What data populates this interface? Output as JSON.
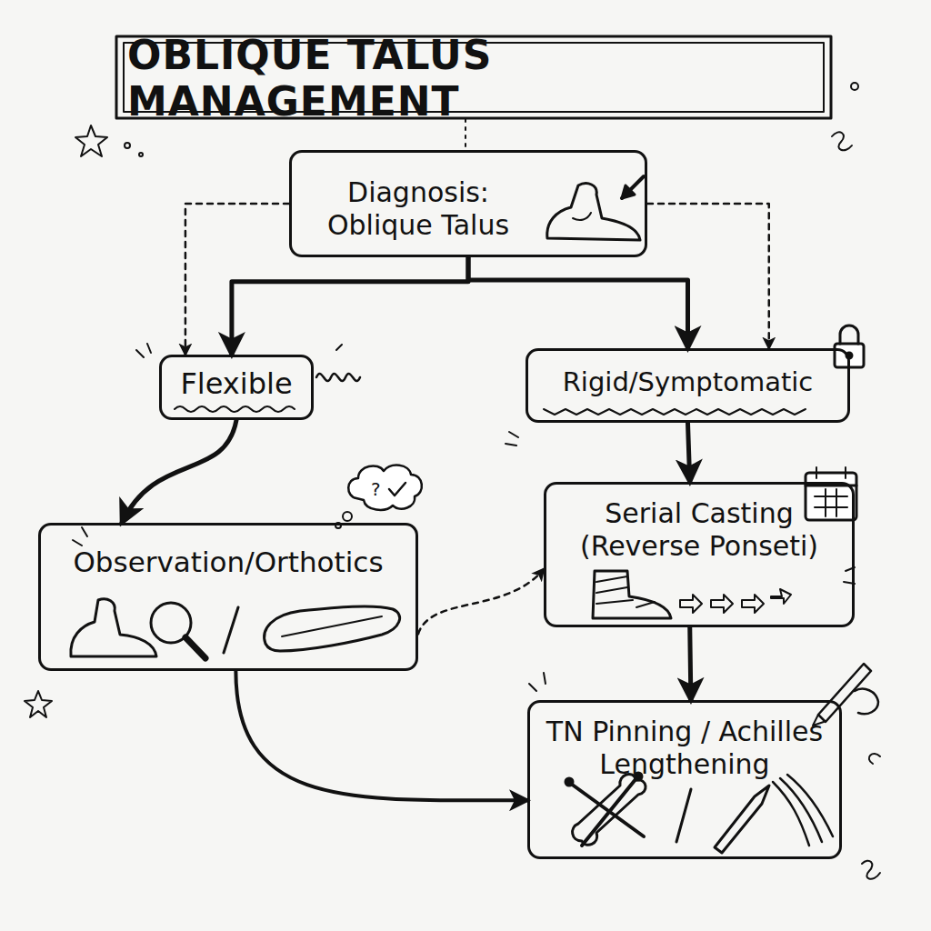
{
  "diagram": {
    "title": "OBLIQUE TALUS MANAGEMENT",
    "nodes": [
      {
        "text": [
          "Diagnosis: Oblique Talus"
        ]
      },
      {
        "text": [
          "Flexible"
        ]
      },
      {
        "text": [
          "Rigid/Symptomatic"
        ]
      },
      {
        "text": [
          "Observation/Orthotics"
        ]
      },
      {
        "text": [
          "Serial Casting (Reverse Ponseti)"
        ]
      },
      {
        "text": [
          "TN Pinning / Achilles Lengthening"
        ]
      }
    ],
    "edges": [
      {
        "from": 0,
        "to": 1,
        "arrow": "to"
      },
      {
        "from": 0,
        "to": 2,
        "arrow": "to"
      },
      {
        "from": 0,
        "to": 1,
        "arrow": "to"
      },
      {
        "from": 0,
        "to": 2,
        "arrow": "to"
      },
      {
        "from": 1,
        "to": 3,
        "arrow": "to"
      },
      {
        "from": 2,
        "to": 4,
        "arrow": "to"
      },
      {
        "from": 3,
        "to": 4,
        "arrow": "to"
      },
      {
        "from": 4,
        "to": 5,
        "arrow": "to"
      },
      {
        "from": 3,
        "to": 5,
        "arrow": "to"
      }
    ]
  }
}
